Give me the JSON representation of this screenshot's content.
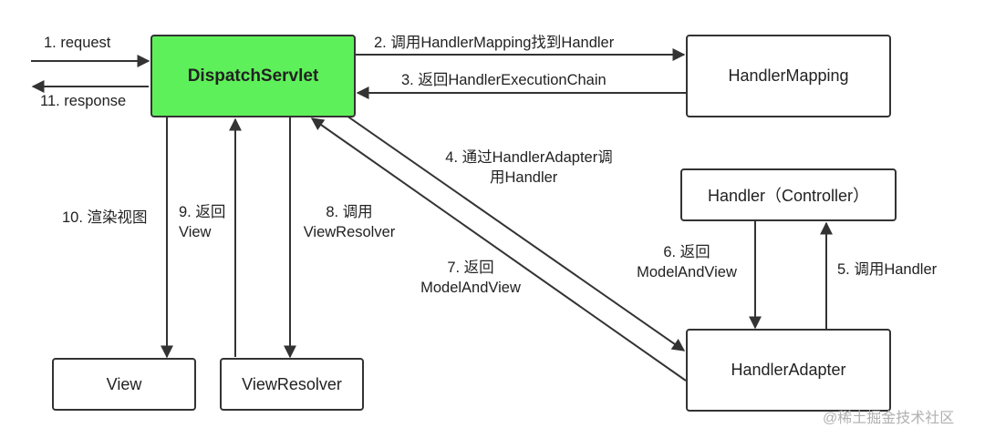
{
  "nodes": {
    "dispatch": "DispatchServlet",
    "handler_mapping": "HandlerMapping",
    "handler": "Handler（Controller）",
    "handler_adapter": "HandlerAdapter",
    "view": "View",
    "view_resolver": "ViewResolver"
  },
  "edges": {
    "e1": "1. request",
    "e2": "2. 调用HandlerMapping找到Handler",
    "e3": "3. 返回HandlerExecutionChain",
    "e4": [
      "4. 通过HandlerAdapter调",
      "用Handler"
    ],
    "e5": "5. 调用Handler",
    "e6": [
      "6. 返回",
      "ModelAndView"
    ],
    "e7": [
      "7. 返回",
      "ModelAndView"
    ],
    "e8": [
      "8. 调用",
      "ViewResolver"
    ],
    "e9": [
      "9. 返回",
      "View"
    ],
    "e10": "10. 渲染视图",
    "e11": "11. response"
  },
  "watermark": "@稀土掘金技术社区"
}
